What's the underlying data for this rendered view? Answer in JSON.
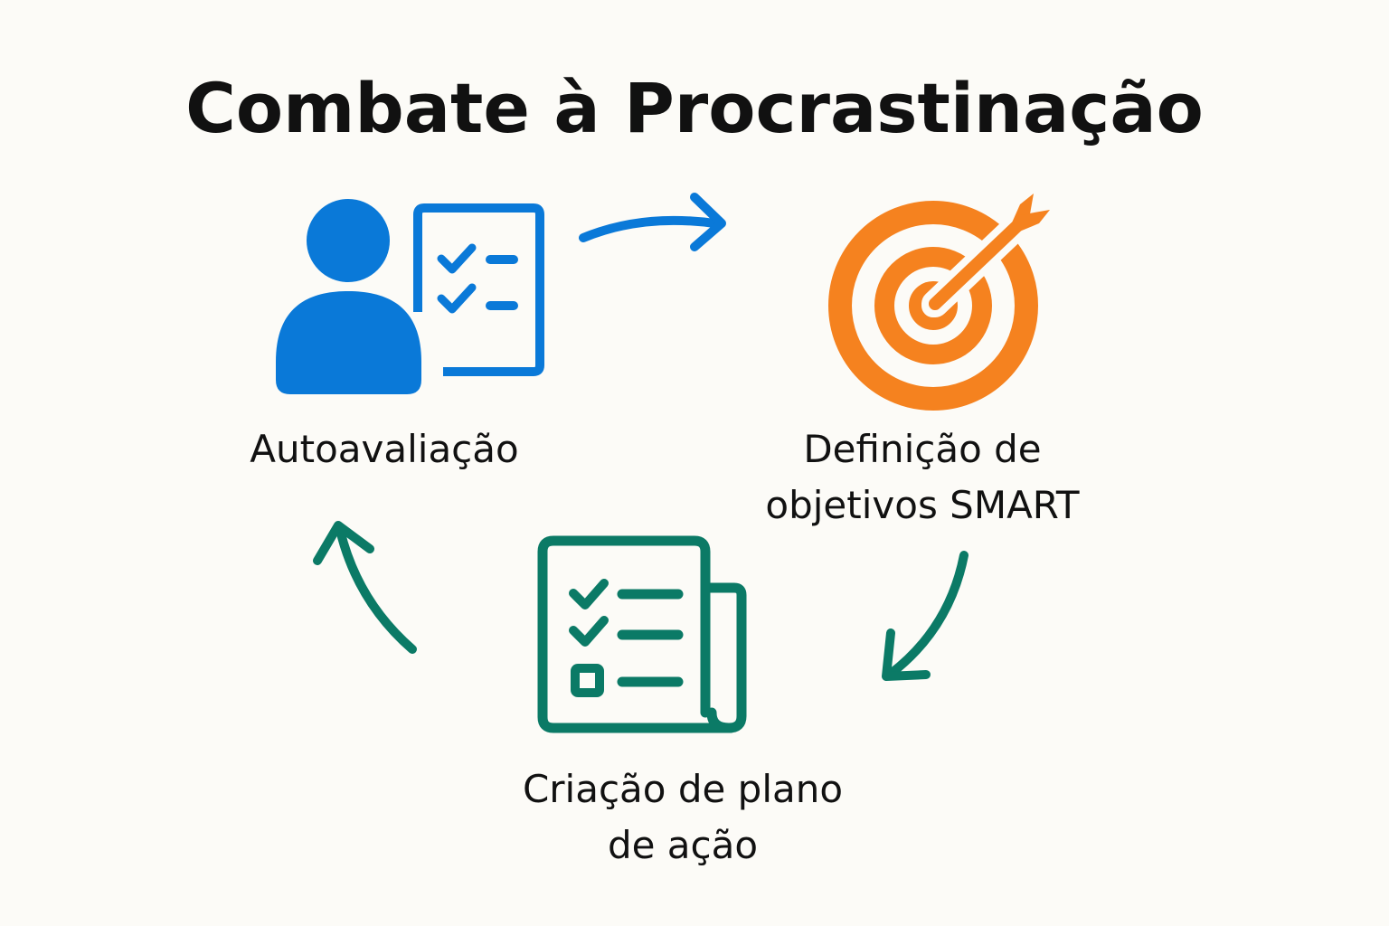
{
  "title": "Combate à Procrastinação",
  "colors": {
    "background": "#fcfbf7",
    "blue": "#0a79d8",
    "orange": "#f5821f",
    "green": "#0b7a66",
    "text": "#111111"
  },
  "steps": [
    {
      "label_lines": [
        "Autoavaliação"
      ],
      "icon": "person-with-checklist-icon",
      "color": "#0a79d8"
    },
    {
      "label_lines": [
        "Definição de",
        "objetivos SMART"
      ],
      "icon": "target-with-arrow-icon",
      "color": "#f5821f"
    },
    {
      "label_lines": [
        "Criação de plano",
        "de ação"
      ],
      "icon": "action-plan-checklist-icon",
      "color": "#0b7a66"
    }
  ],
  "connectors": [
    {
      "from": "Autoavaliação",
      "to": "Definição de objetivos SMART",
      "icon": "curved-arrow-right-icon",
      "color": "#0a79d8"
    },
    {
      "from": "Definição de objetivos SMART",
      "to": "Criação de plano de ação",
      "icon": "curved-arrow-down-icon",
      "color": "#0b7a66"
    },
    {
      "from": "Criação de plano de ação",
      "to": "Autoavaliação",
      "icon": "curved-arrow-up-icon",
      "color": "#0b7a66"
    }
  ]
}
